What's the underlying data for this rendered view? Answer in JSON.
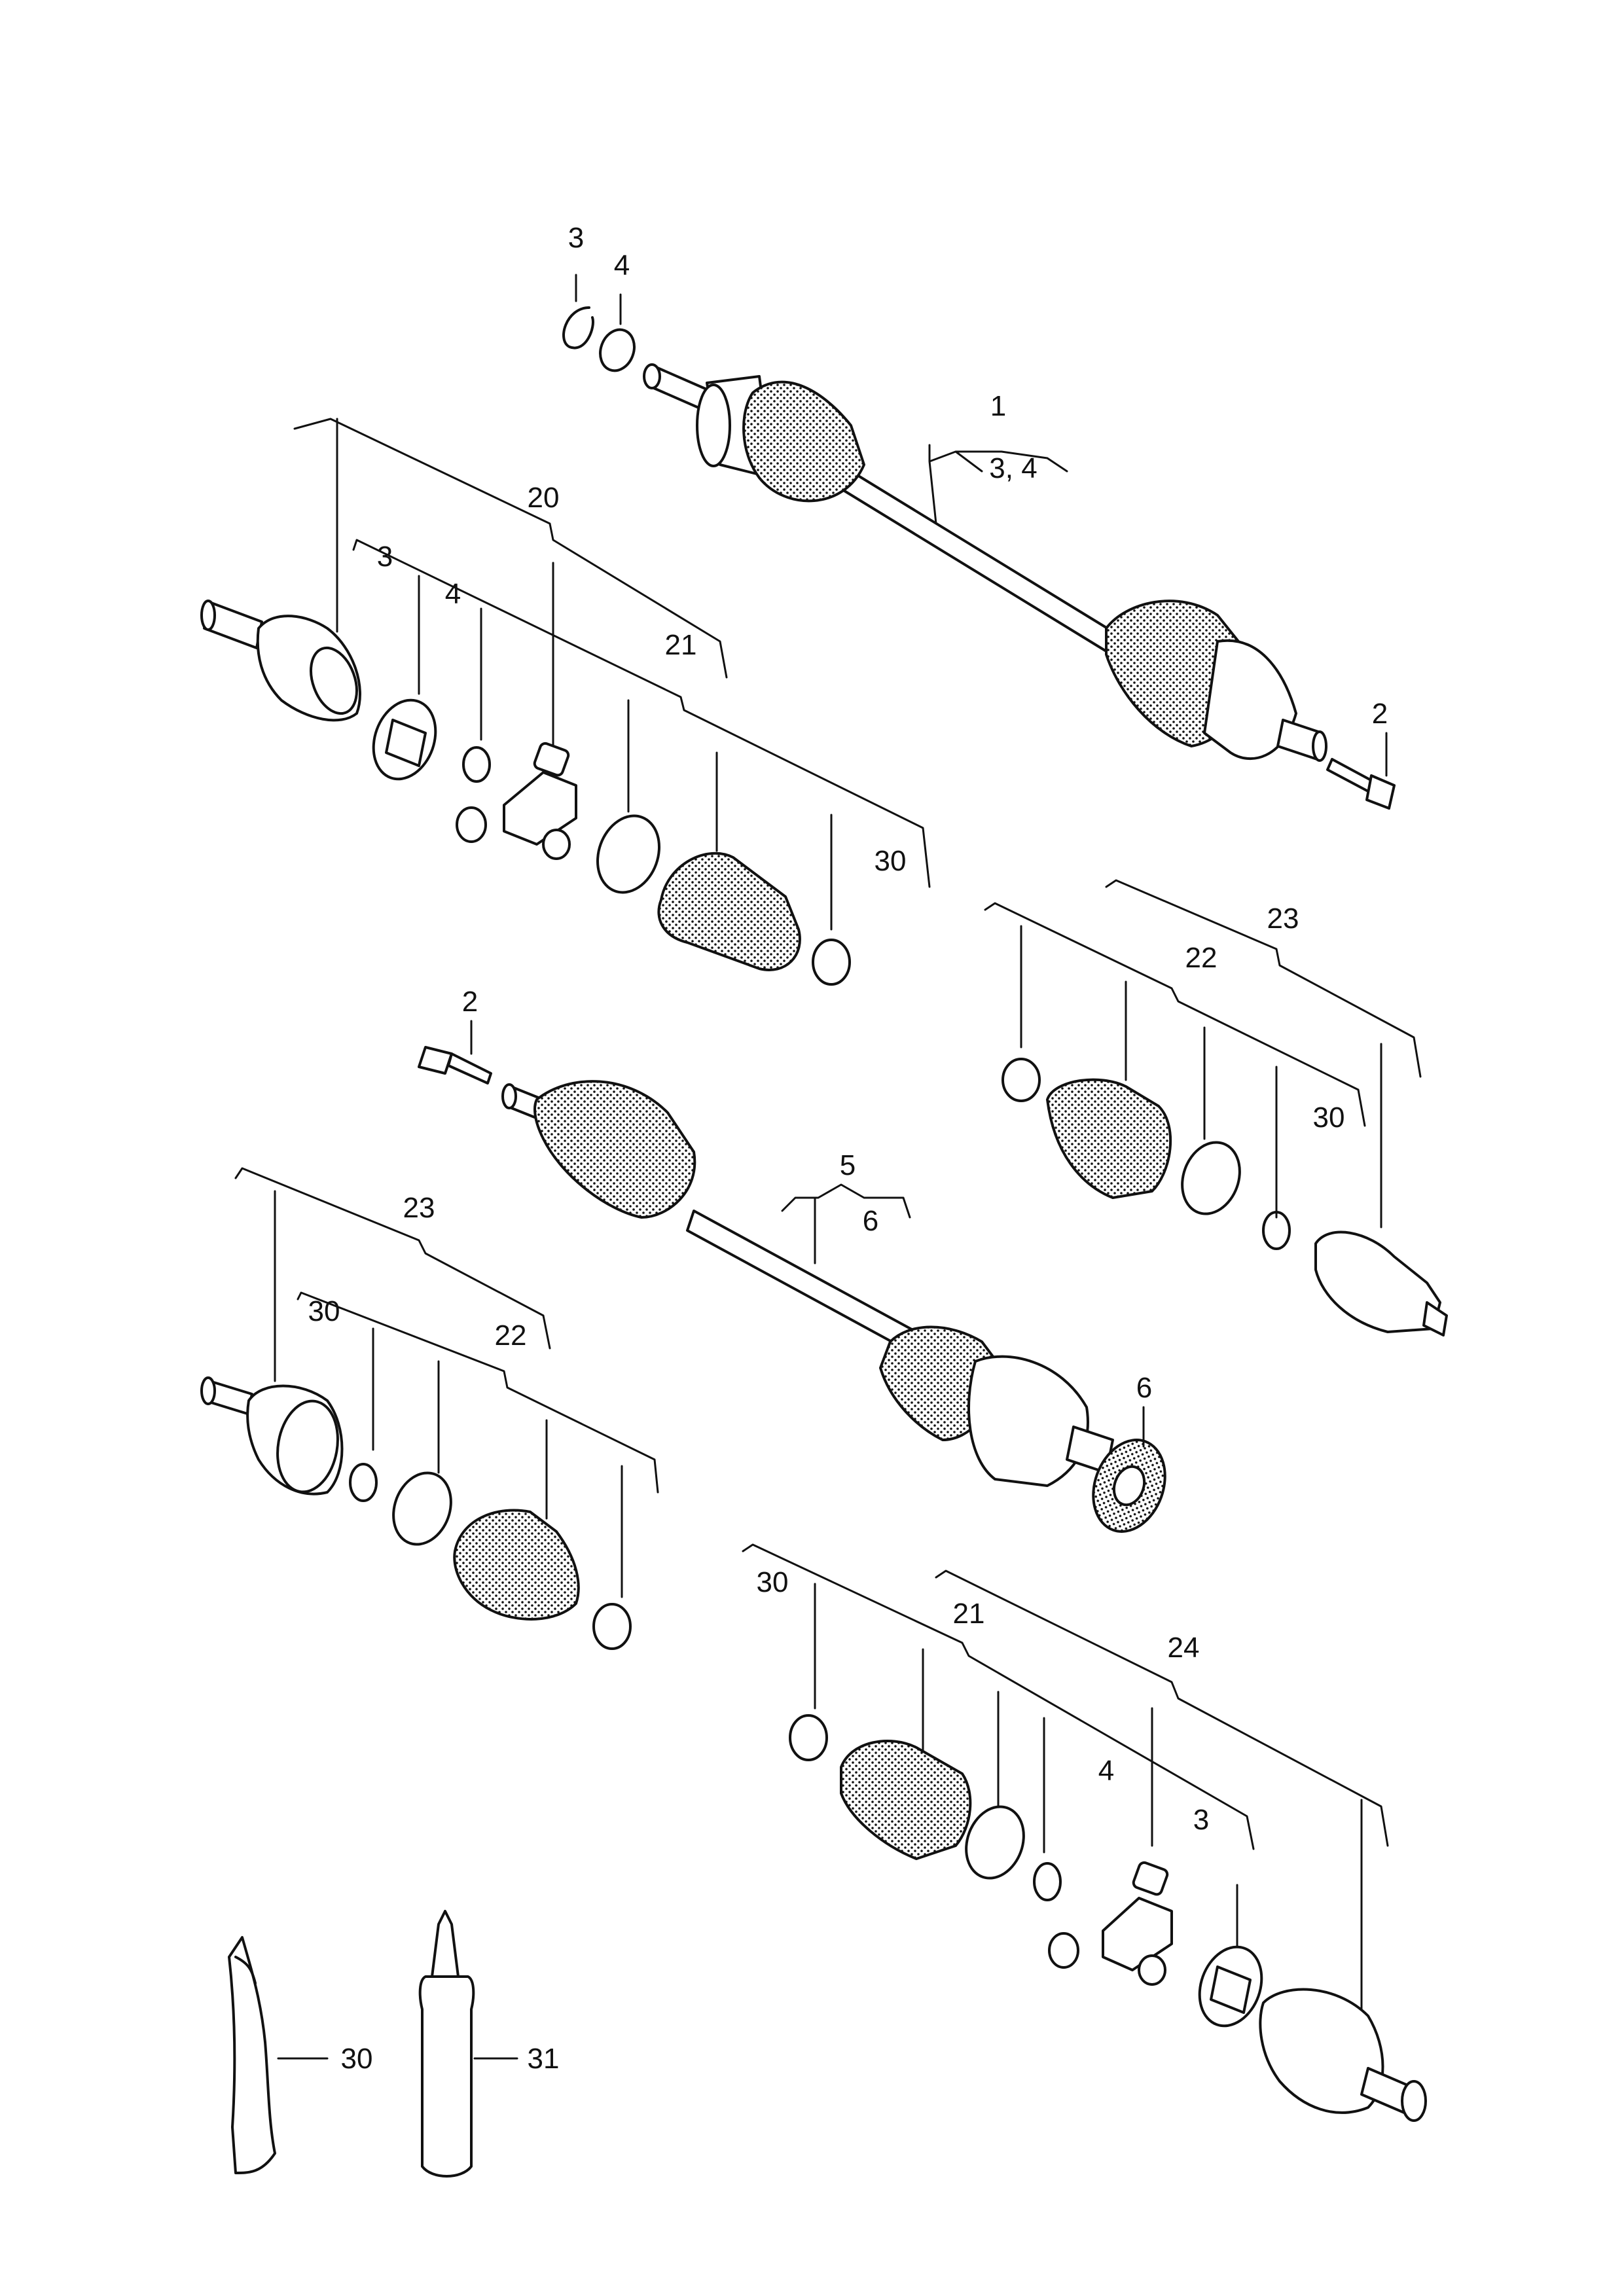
{
  "callouts": {
    "c1": "1",
    "c1_sub": "3, 4",
    "c2_top": "2",
    "c2_mid": "2",
    "c3_top": "3",
    "c4_top": "4",
    "c20": "20",
    "c3_a": "3",
    "c4_a": "4",
    "c21_a": "21",
    "c30_a": "30",
    "c23_a": "23",
    "c22_a": "22",
    "c30_b": "30",
    "c5": "5",
    "c5_sub": "6",
    "c6": "6",
    "c23_b": "23",
    "c30_c": "30",
    "c22_b": "22",
    "c30_d": "30",
    "c21_b": "21",
    "c24": "24",
    "c4_b": "4",
    "c3_b": "3",
    "c30_e": "30",
    "c31": "31"
  },
  "parts": [
    {
      "id": "shaft-1",
      "icon": "drive-shaft"
    },
    {
      "id": "bolt-2",
      "icon": "bolt"
    },
    {
      "id": "circlip-3",
      "icon": "circlip"
    },
    {
      "id": "ring-4",
      "icon": "retaining-ring"
    },
    {
      "id": "shaft-5",
      "icon": "drive-shaft"
    },
    {
      "id": "flange-6",
      "icon": "flange-seal"
    },
    {
      "id": "joint-set-20",
      "icon": "tripod-joint"
    },
    {
      "id": "boot-kit-21",
      "icon": "boot"
    },
    {
      "id": "boot-kit-22",
      "icon": "boot"
    },
    {
      "id": "cv-joint-23",
      "icon": "cv-joint"
    },
    {
      "id": "joint-set-24",
      "icon": "tripod-joint"
    },
    {
      "id": "grease-30",
      "icon": "grease-tube"
    },
    {
      "id": "bottle-31",
      "icon": "bottle"
    }
  ]
}
